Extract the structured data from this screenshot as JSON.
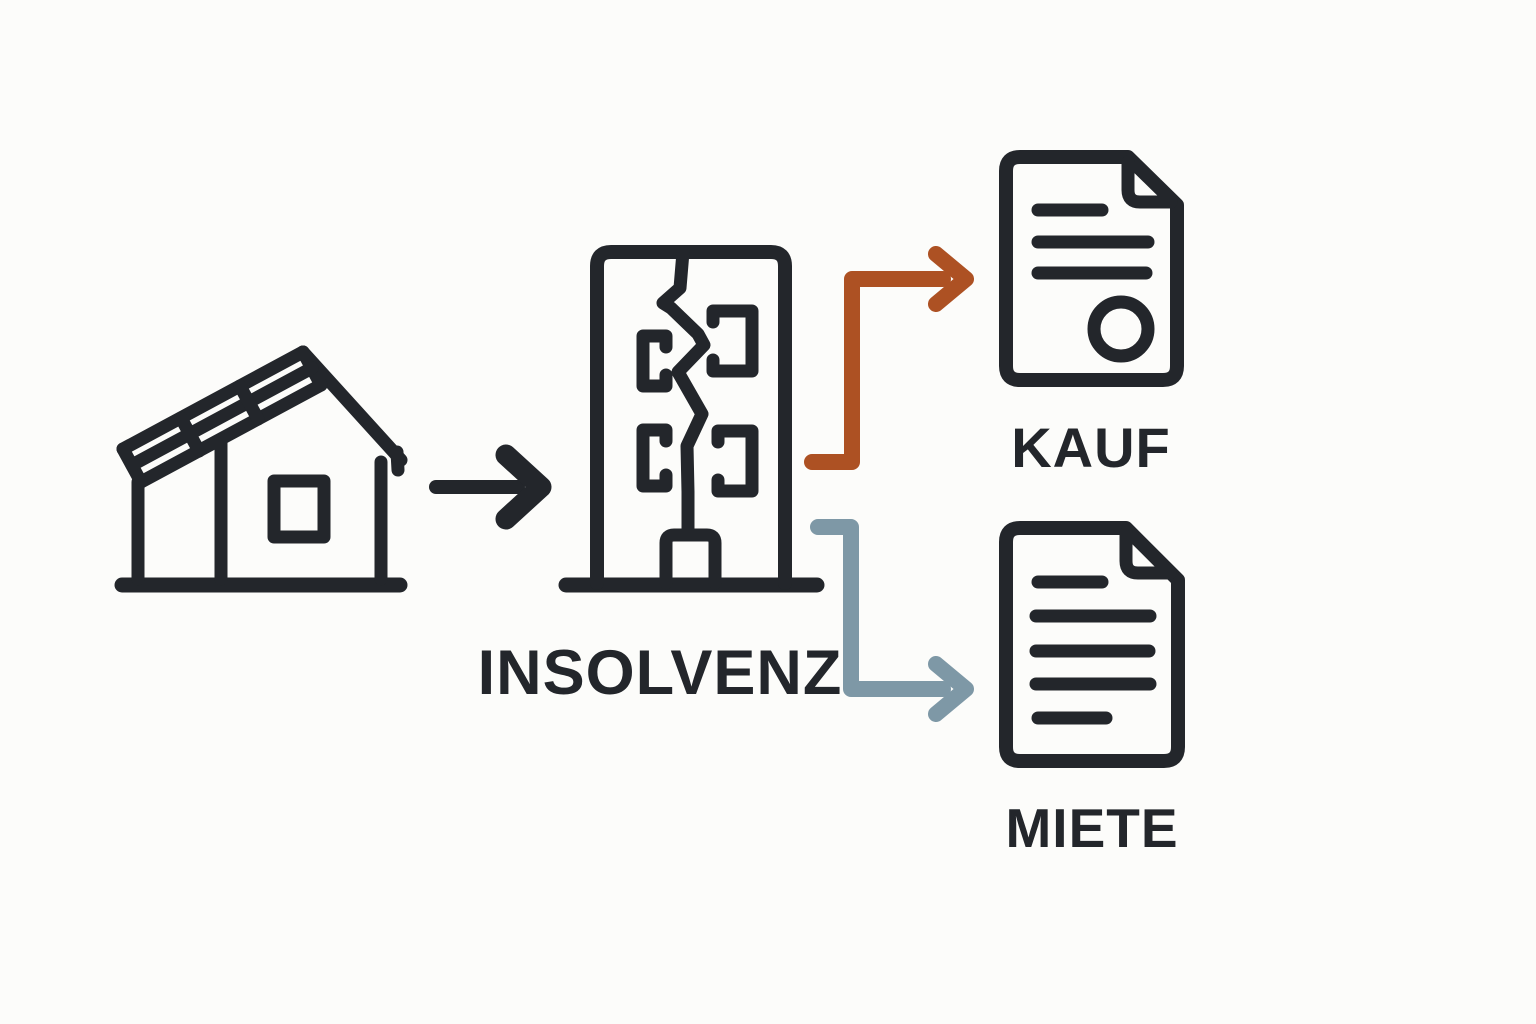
{
  "colors": {
    "background": "#fcfcfa",
    "ink": "#23262b",
    "kauf_arrow": "#ad5123",
    "miete_arrow": "#7e98a6"
  },
  "diagram": {
    "house": {
      "icon": "house-icon"
    },
    "flow_arrow": {
      "icon": "flow-arrow-icon"
    },
    "insolvenz": {
      "icon": "cracked-building-icon",
      "label": "INSOLVENZ"
    },
    "kauf": {
      "icon": "purchase-document-icon",
      "label": "KAUF",
      "arrow_color": "#ad5123"
    },
    "miete": {
      "icon": "rental-document-icon",
      "label": "MIETE",
      "arrow_color": "#7e98a6"
    }
  }
}
